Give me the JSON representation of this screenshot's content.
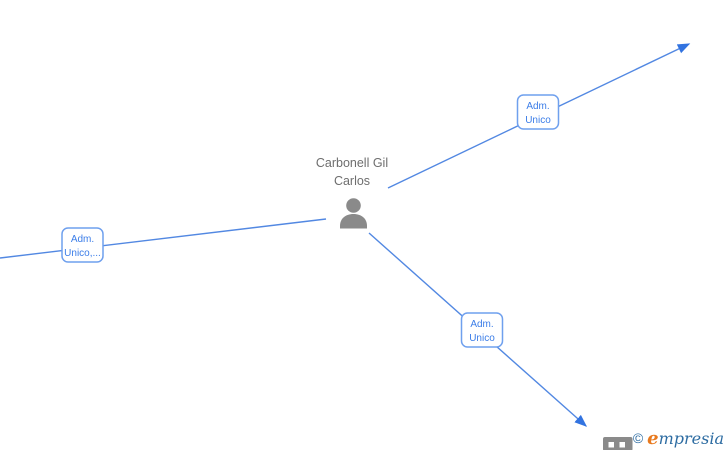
{
  "graph": {
    "center_node": {
      "label_line1": "Carbonell Gil",
      "label_line2": "Carlos",
      "icon": "person-icon"
    },
    "edges": [
      {
        "id": "left",
        "label_line1": "Adm.",
        "label_line2": "Unico,...",
        "has_arrow": false
      },
      {
        "id": "top-right",
        "label_line1": "Adm.",
        "label_line2": "Unico",
        "has_arrow": true
      },
      {
        "id": "bottom-right",
        "label_line1": "Adm.",
        "label_line2": "Unico",
        "has_arrow": true
      }
    ],
    "peripheral_node": {
      "icon": "building-icon"
    }
  },
  "watermark": {
    "copyright_symbol": "©",
    "brand_initial": "e",
    "brand_rest": "mpresia"
  },
  "colors": {
    "edge_blue": "#5288e2",
    "arrow_blue": "#3273e0",
    "label_border_blue": "#6fa0ee",
    "label_text_blue": "#3b7de8",
    "node_icon_gray": "#8a8a8a",
    "node_text_gray": "#6e6e6e",
    "brand_orange": "#e8791e",
    "brand_blue": "#2d6ca2"
  }
}
